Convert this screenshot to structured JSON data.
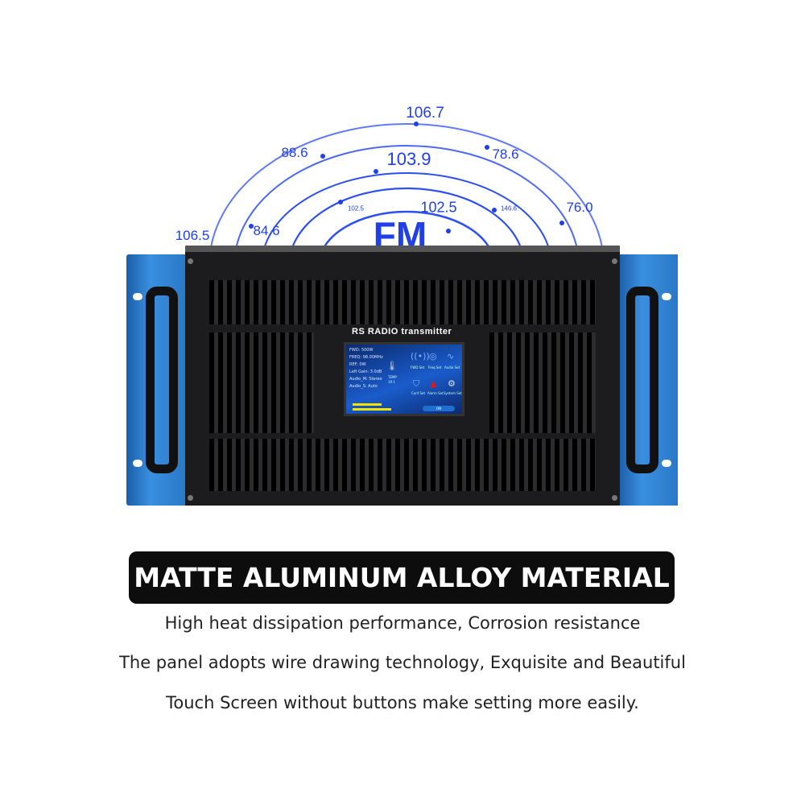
{
  "graphic": {
    "center_label": "FM",
    "frequency_labels": [
      "106.7",
      "88.6",
      "78.6",
      "103.9",
      "102.5",
      "146.6",
      "102.5",
      "76.0",
      "106.5",
      "84.6"
    ],
    "accent_color": "#1f3fe8"
  },
  "device": {
    "panel_title": "RS  RADIO  transmitter",
    "screen": {
      "fwd": "FWD:  500W",
      "freq": "FREQ:  98.00MHz",
      "ref": "REF:  0W",
      "left_gain": "Left Gain:  3.0dB",
      "audio_m": "Audio_M:  Stereo",
      "audio_s": "Audio_S:  Auto",
      "temp_label": "TEMP",
      "temp_value": "19.1",
      "buttons": [
        "FWD Set",
        "Freq Set",
        "Audio Set",
        "Conf Set",
        "Alarm Set",
        "System Set"
      ],
      "on_label": "ON",
      "level_bars": [
        0.6,
        0.8
      ]
    },
    "ear_color": "#2a78c8"
  },
  "banner": {
    "title": "MATTE ALUMINUM ALLOY MATERIAL"
  },
  "features": [
    "High heat dissipation performance, Corrosion resistance",
    "The panel adopts wire drawing technology, Exquisite and Beautiful",
    "Touch Screen without buttons make setting more easily."
  ]
}
